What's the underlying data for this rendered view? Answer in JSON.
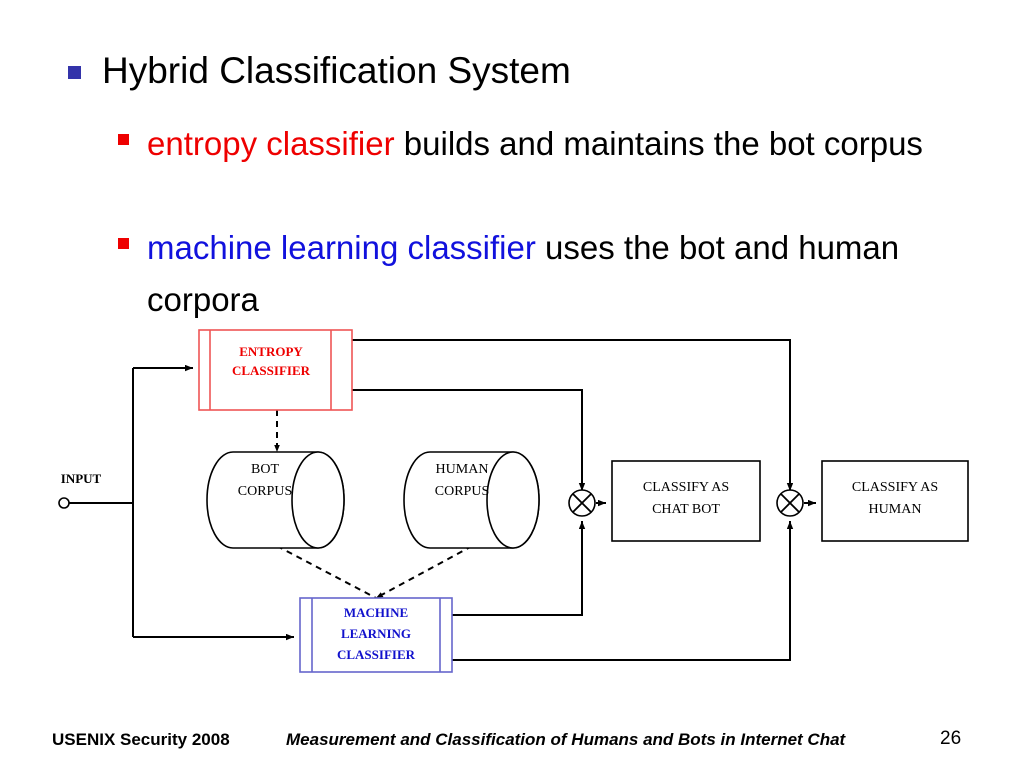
{
  "slide": {
    "title_bullet": {
      "text": "Hybrid Classification System",
      "marker_color": "#3333aa"
    },
    "sub_bullets": [
      {
        "keyword": "entropy classifier",
        "keyword_color": "#ee0000",
        "rest": " builds and maintains the bot corpus",
        "marker_color": "#ee0000"
      },
      {
        "keyword": "machine learning classifier",
        "keyword_color": "#1111dd",
        "rest": " uses the bot and human corpora",
        "marker_color": "#ee0000"
      }
    ]
  },
  "diagram": {
    "input_label": "INPUT",
    "entropy_classifier": {
      "line1": "ENTROPY",
      "line2": "CLASSIFIER",
      "color": "#ee0000"
    },
    "bot_corpus": {
      "line1": "BOT",
      "line2": "CORPUS"
    },
    "human_corpus": {
      "line1": "HUMAN",
      "line2": "CORPUS"
    },
    "ml_classifier": {
      "line1": "MACHINE",
      "line2": "LEARNING",
      "line3": "CLASSIFIER",
      "color": "#1111cc"
    },
    "classify_chat_bot": {
      "line1": "CLASSIFY AS",
      "line2": "CHAT BOT"
    },
    "classify_human": {
      "line1": "CLASSIFY AS",
      "line2": "HUMAN"
    }
  },
  "footer": {
    "conference": "USENIX Security 2008",
    "paper_title": "Measurement and Classification of Humans and Bots in Internet Chat",
    "page_number": "26"
  }
}
